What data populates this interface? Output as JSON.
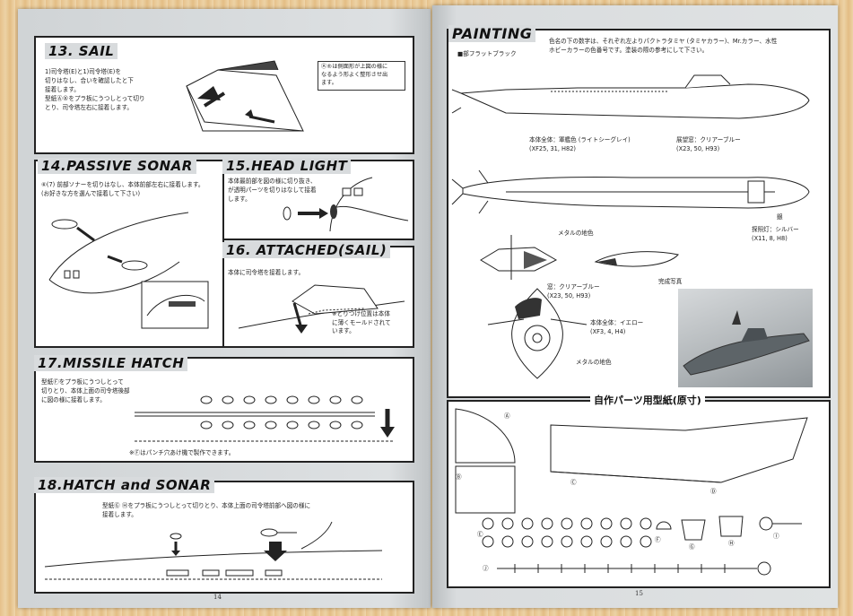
{
  "left": {
    "page_number": "14",
    "steps": {
      "sail": {
        "title": "13. SAIL",
        "text": "1)司令塔(E)と1)司令塔(E)を\n切りはなし、合いを確認したと下\n接着します。\n型紙Ⓐ®をプラ板にうつしとって切り\nとり、司令塔左右に接着します。",
        "note": "Ⓐ®は側面形が上図の様に\nなるよう形よく整形させ出\nます。"
      },
      "passive_sonar": {
        "title": "14.PASSIVE SONAR",
        "text": "⑥(7) 前部ソナーを切りはなし、本体前部左右に接着します。\n(お好きな方を選んで接着して下さい)"
      },
      "head_light": {
        "title": "15.HEAD LIGHT",
        "text": "本体最前部を図の様に切り抜き、\nが透明パーツを切りはなして接着\nします。"
      },
      "attached_sail": {
        "title": "16. ATTACHED(SAIL)",
        "text": "本体に司令塔を接着します。",
        "note": "※とりつけ位置は本体\nに薄くモールドされて\nいます。"
      },
      "missile_hatch": {
        "title": "17.MISSILE  HATCH",
        "text": "型紙Ⓕをプラ板にうつしとって\n切りとり、本体上面の司令塔後部\nに図の様に接着します。",
        "footer": "※Ⓕはパンチ穴あけ機で製作できます。"
      },
      "hatch_and_sonar": {
        "title": "18.HATCH and SONAR",
        "text": "型紙Ⓖ Ⓗをプラ板にうつしとって切りとり、本体上面の司令塔前部へ図の様に\n接着します。"
      }
    }
  },
  "right": {
    "page_number": "15",
    "painting": {
      "title": "PAINTING",
      "intro": "色名の下の数字は、それぞれ左よりパクトラタミヤ (タミヤカラー)、Mr.カラー、水性\nホビーカラーの色番号です。塗装の際の参考にして下さい。",
      "legend": "■部フラットブラック",
      "callouts": {
        "body_gray": "本体全体：軍艦色 (ライトシーグレイ)\n(XF25, 31, H82)",
        "observation_window": "展望窓：クリアーブルー\n(X23, 50, H93)",
        "searchlight": "探照灯：シルバー\n(X11, 8, H8)",
        "silver_label": "銀",
        "metal_base_1": "メタルの地色",
        "window": "窓：クリアーブルー\n(X23, 50, H93)",
        "body_yellow": "本体全体：イエロー\n(XF3, 4, H4)",
        "metal_base_2": "メタルの地色",
        "photo_caption": "完成写真"
      }
    },
    "template": {
      "title": "自作パーツ用型紙(原寸)",
      "labels": [
        "Ⓐ",
        "Ⓑ",
        "Ⓒ",
        "Ⓓ",
        "Ⓔ",
        "Ⓕ",
        "Ⓖ",
        "Ⓗ",
        "Ⓘ",
        "Ⓙ"
      ]
    }
  },
  "colors": {
    "paper": "#d8dbdd",
    "box": "#ffffff",
    "ink": "#222222",
    "wood": "#e6c18a"
  }
}
